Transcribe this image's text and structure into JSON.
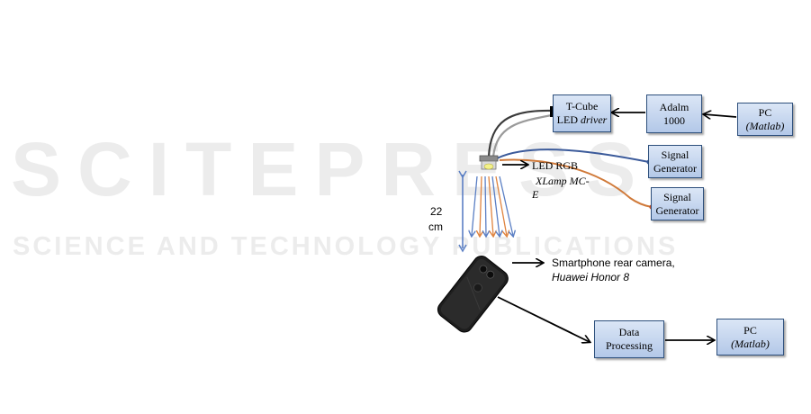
{
  "watermark": {
    "main": "SCITEPRESS",
    "sub": "SCIENCE AND TECHNOLOGY PUBLICATIONS"
  },
  "boxes": {
    "tcube_line1": "T-Cube",
    "tcube_line2_a": "LED ",
    "tcube_line2_b": "driver",
    "adalm_line1": "Adalm",
    "adalm_line2": "1000",
    "pc_top_line1": "PC",
    "pc_top_line2": "(Matlab)",
    "signal1_line1": "Signal",
    "signal1_line2": "Generator",
    "signal2_line1": "Signal",
    "signal2_line2": "Generator",
    "data_line1": "Data",
    "data_line2": "Processing",
    "pc_bottom_line1": "PC",
    "pc_bottom_line2": "(Matlab)"
  },
  "labels": {
    "led_line1": "LED RGB",
    "led_line2": "XLamp MC-",
    "led_line3": "E",
    "distance_value": "22",
    "distance_unit": "cm",
    "camera_line1": "Smartphone rear camera,",
    "camera_line2": "Huawei Honor 8"
  },
  "colors": {
    "box_border": "#2d4f7c",
    "cable_dark": "#3a3a3a",
    "cable_gray": "#9a9a9a",
    "cable_blue": "#3b5a9a",
    "cable_orange": "#d07a3a",
    "arrow_blue": "#5b7fc4",
    "arrow_orange": "#e0843f"
  }
}
